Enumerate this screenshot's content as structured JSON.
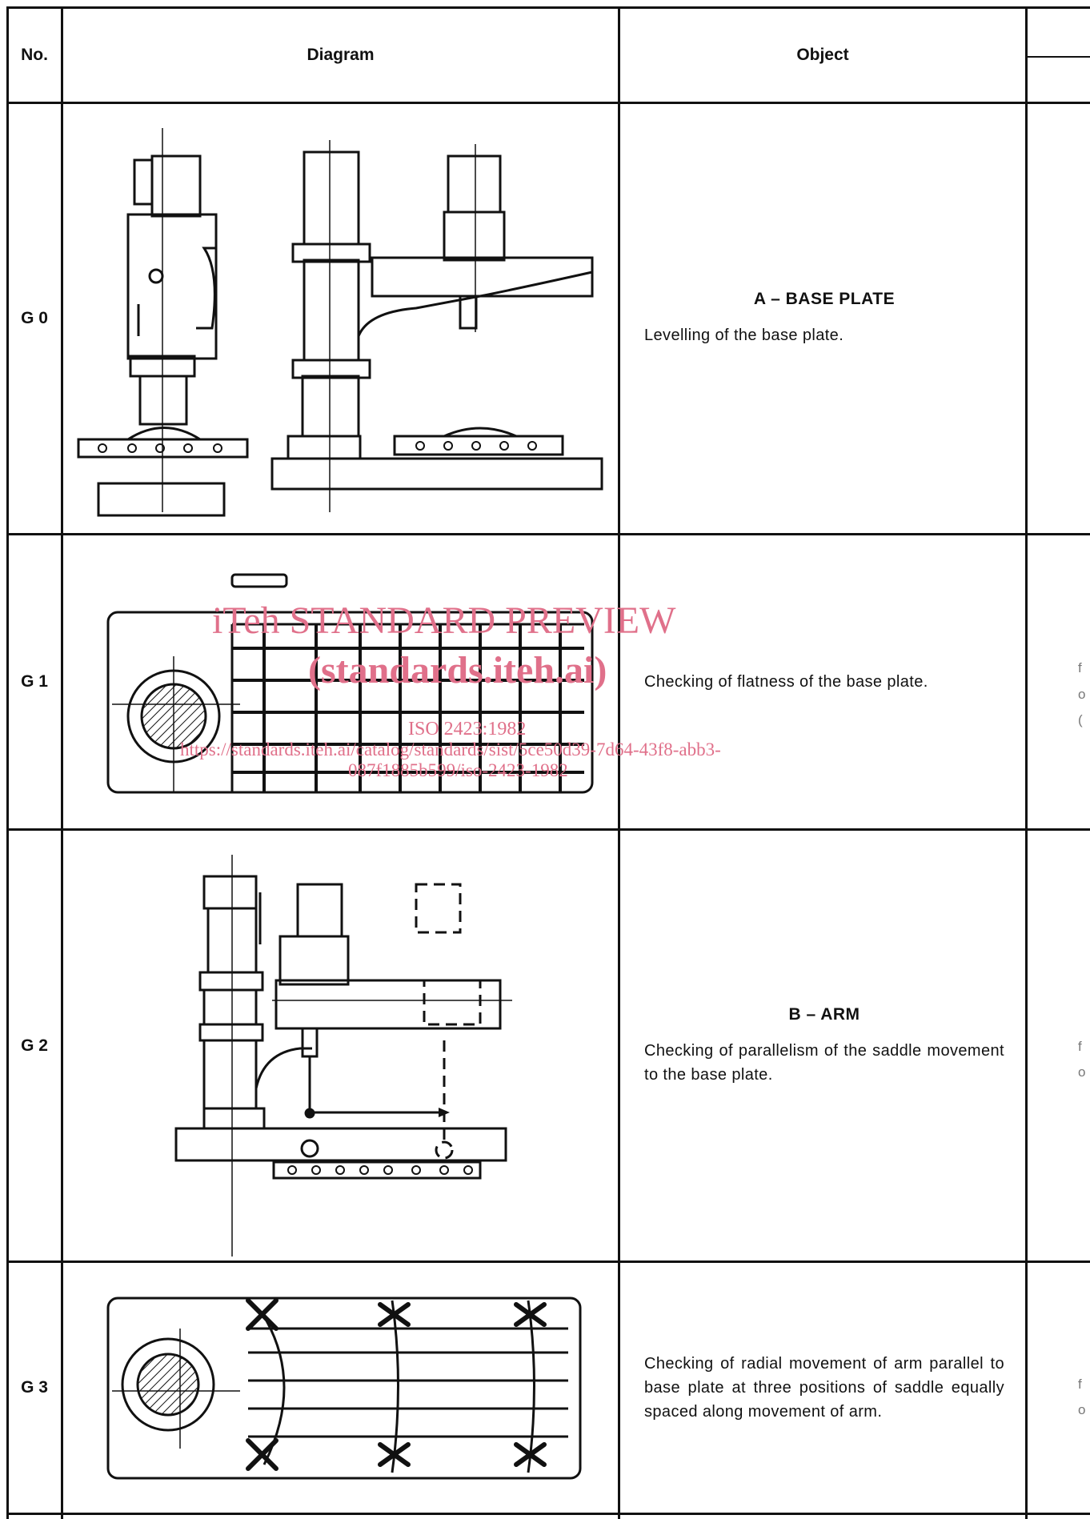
{
  "header": {
    "col_no": "No.",
    "col_diagram": "Diagram",
    "col_object": "Object"
  },
  "rows": [
    {
      "no": "G 0",
      "section": "A – BASE PLATE",
      "text": "Levelling of the base plate."
    },
    {
      "no": "G 1",
      "section": "",
      "text": "Checking of flatness of the base plate."
    },
    {
      "no": "G 2",
      "section": "B – ARM",
      "text": "Checking of parallelism of the saddle movement to the base plate."
    },
    {
      "no": "G 3",
      "section": "",
      "text": "Checking of radial movement of arm parallel to base plate at three positions of saddle equally spaced along movement of arm."
    }
  ],
  "watermark": {
    "line1": "iTeh STANDARD PREVIEW",
    "line2": "(standards.iteh.ai)",
    "line3": "ISO 2423:1982",
    "line4": "https://standards.iteh.ai/catalog/standards/sist/5ce50d39-7d64-43f8-abb3-",
    "line5": "087f1885b599/iso-2423-1982"
  },
  "clipped_margin": {
    "g1": [
      "f",
      "o",
      "("
    ],
    "g2": [
      "f",
      "o"
    ],
    "g3": [
      "f",
      "o"
    ]
  },
  "colors": {
    "ink": "#111111",
    "watermark": "#e0708a"
  }
}
